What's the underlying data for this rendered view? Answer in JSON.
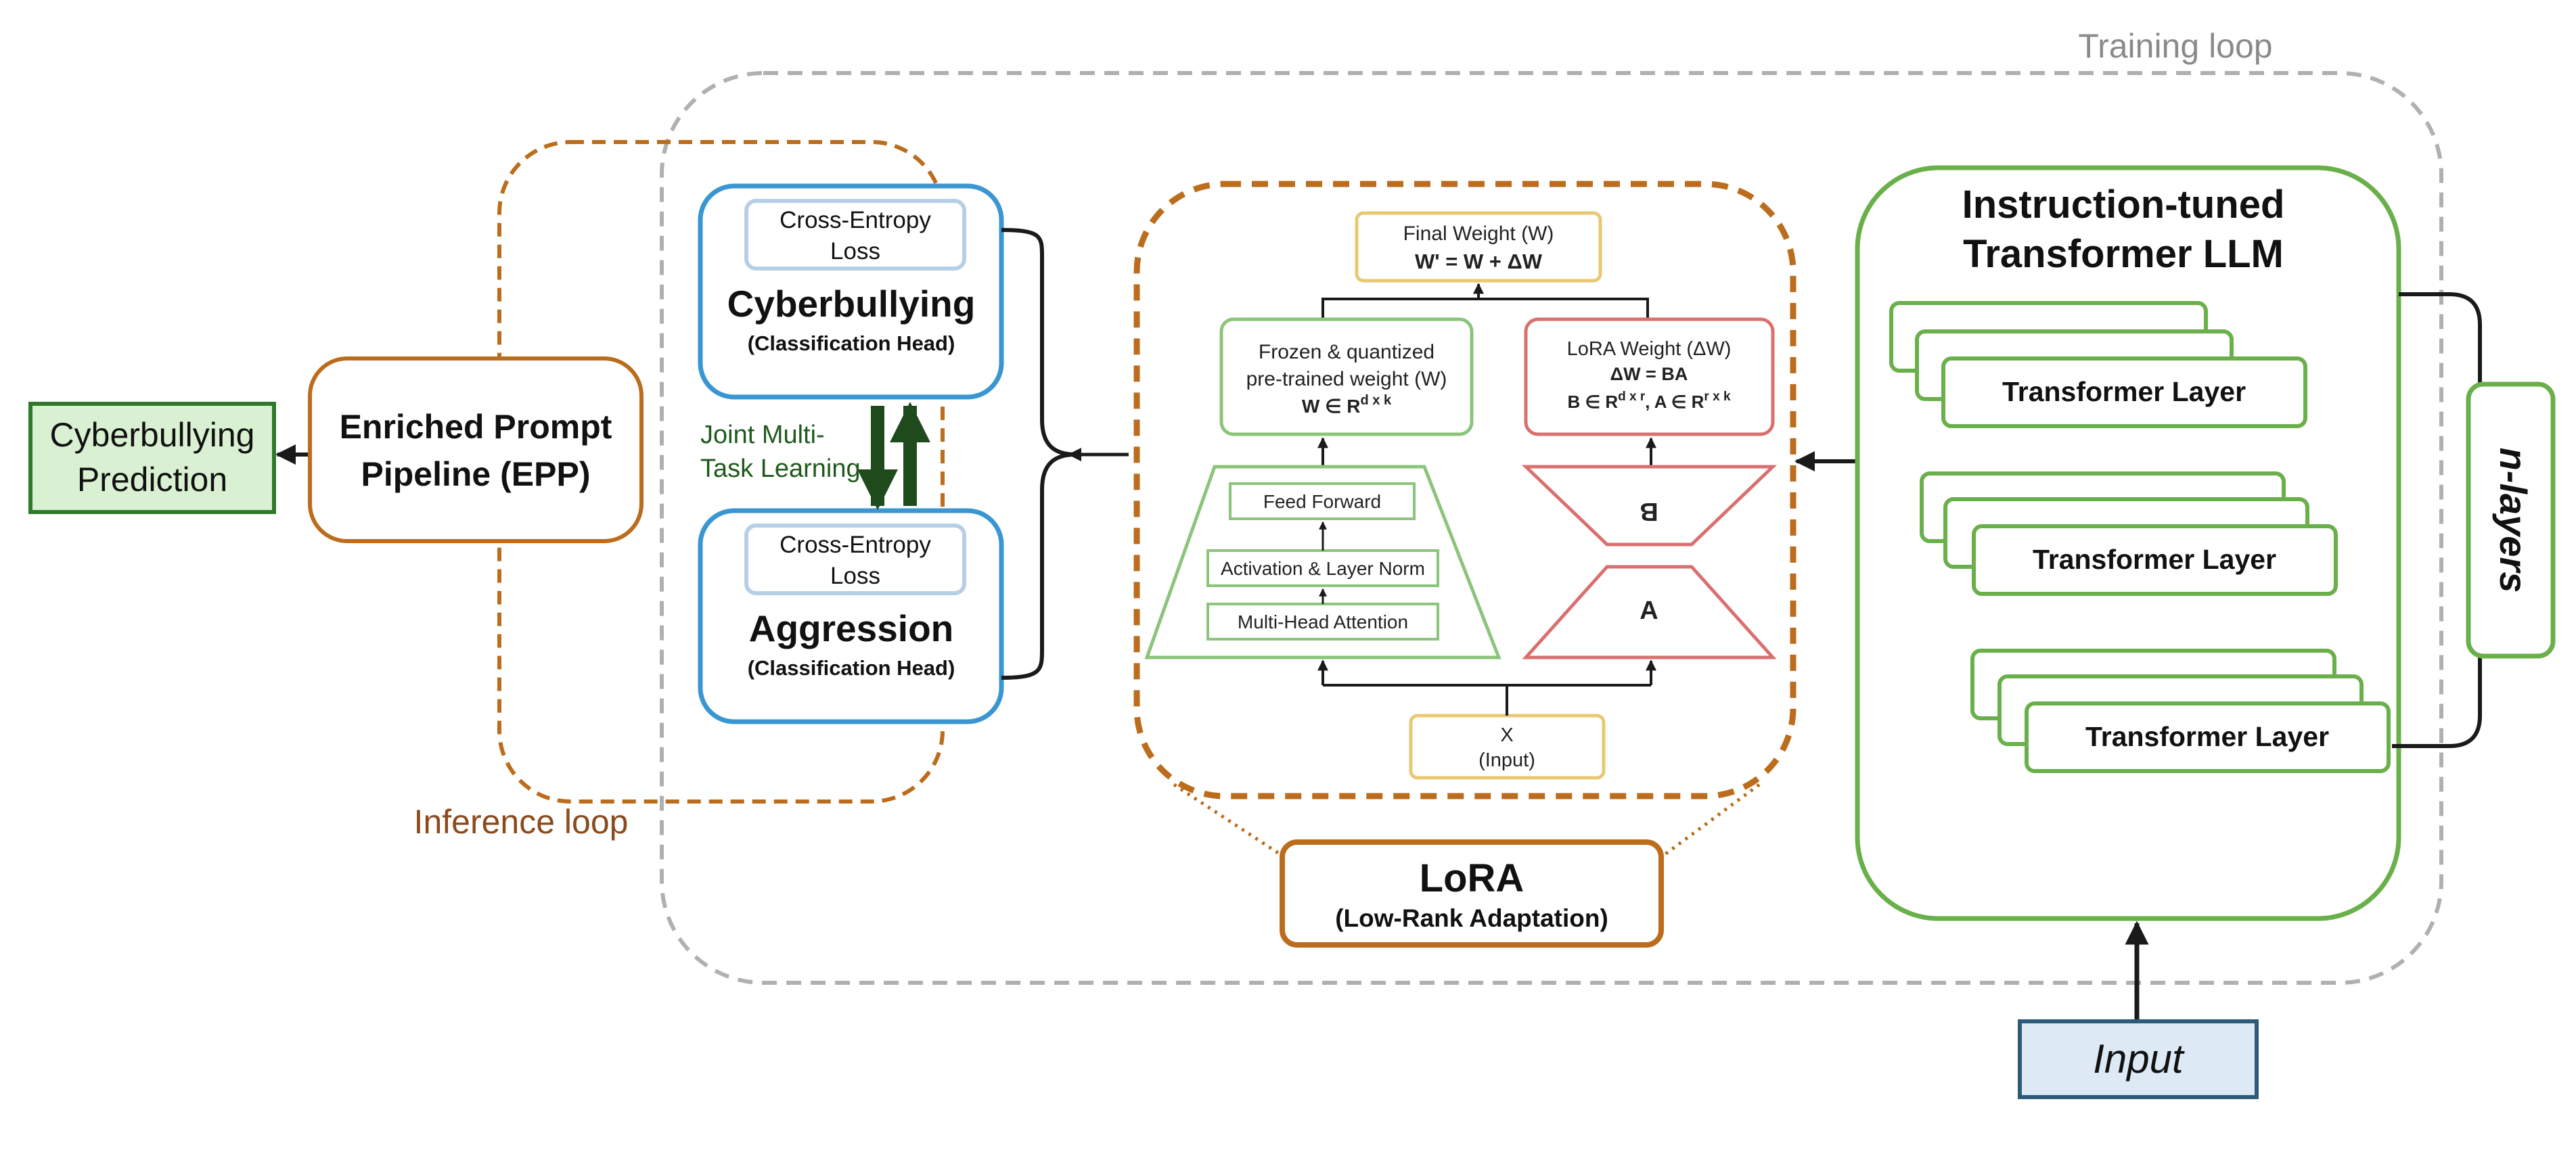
{
  "colors": {
    "gray_dash": "#b0b0b0",
    "gray_text": "#8a8a8a",
    "brown": "#bb6c1c",
    "brown_text": "#8b4a1c",
    "green": "#6ab04a",
    "green_dark": "#1f4a1c",
    "blue": "#3a96d2",
    "blue_light": "#b7cfe6",
    "red": "#d9706f",
    "gold": "#e8c873",
    "navy": "#2e5a7a",
    "input_fill": "#dde9f5"
  },
  "training_loop": {
    "label": "Training loop"
  },
  "inference_loop": {
    "label": "Inference loop"
  },
  "prediction": {
    "line1": "Cyberbullying",
    "line2": "Prediction"
  },
  "epp": {
    "line1": "Enriched Prompt",
    "line2": "Pipeline (EPP)"
  },
  "heads": {
    "cyberbullying": {
      "loss_line1": "Cross-Entropy",
      "loss_line2": "Loss",
      "title": "Cyberbullying",
      "subtitle": "(Classification Head)"
    },
    "aggression": {
      "loss_line1": "Cross-Entropy",
      "loss_line2": "Loss",
      "title": "Aggression",
      "subtitle": "(Classification Head)"
    },
    "joint_line1": "Joint Multi-",
    "joint_line2": "Task Learning"
  },
  "lora": {
    "final_weight": {
      "line1": "Final Weight (W)",
      "line2": "W' = W + ΔW"
    },
    "frozen": {
      "line1": "Frozen & quantized",
      "line2": "pre-trained weight (W)",
      "line3": "W ∈ R",
      "line3_sup": "d x k"
    },
    "lora_weight": {
      "line1": "LoRA Weight (ΔW)",
      "line2": "ΔW = BA",
      "line3": "B ∈ R",
      "line3_sup1": "d x r",
      "line3_mid": ", A ∈ R",
      "line3_sup2": "r x k"
    },
    "blocks": [
      "Feed Forward",
      "Activation & Layer Norm",
      "Multi-Head Attention"
    ],
    "b_label": "B",
    "a_label": "A",
    "input": {
      "line1": "X",
      "line2": "(Input)"
    },
    "title": "LoRA",
    "subtitle": "(Low-Rank Adaptation)"
  },
  "transformer": {
    "title_line1": "Instruction-tuned",
    "title_line2": "Transformer LLM",
    "layers": [
      "Transformer Layer",
      "Transformer Layer",
      "Transformer Layer"
    ],
    "n_layers": "n-layers"
  },
  "input": {
    "label": "Input"
  }
}
